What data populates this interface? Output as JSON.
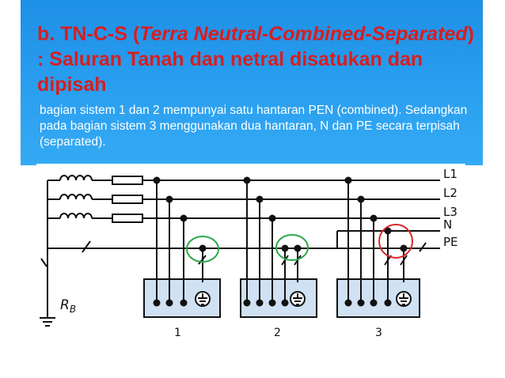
{
  "slide": {
    "title": {
      "part1": "b. TN-C-S (",
      "italic": "Terra Neutral-Combined-Separated",
      "part2": ") : Saluran Tanah dan netral disatukan dan dipisah"
    },
    "body": "bagian sistem 1 dan 2 mempunyai satu hantaran PEN (combined). Sedangkan pada bagian sistem 3 menggunakan dua hantaran, N dan PE secara terpisah (separated).",
    "colors": {
      "banner": "#2a9ff0",
      "title": "#d81e1e",
      "body_text": "#ffffff",
      "box_fill": "#cfe1f3",
      "green_marker": "#2ea84a",
      "red_marker": "#d9262b"
    }
  },
  "diagram": {
    "lines": [
      "L1",
      "L2",
      "L3",
      "N",
      "PE"
    ],
    "source_label": "R",
    "source_subscript": "B",
    "systems": [
      "1",
      "2",
      "3"
    ]
  }
}
